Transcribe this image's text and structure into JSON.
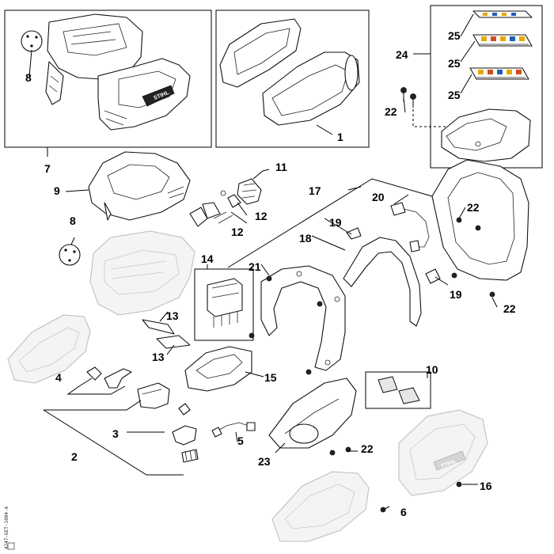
{
  "callouts": {
    "p1": "1",
    "p2": "2",
    "p3": "3",
    "p4": "4",
    "p5": "5",
    "p6": "6",
    "p7": "7",
    "p8a": "8",
    "p8b": "8",
    "p9": "9",
    "p10": "10",
    "p11": "11",
    "p12a": "12",
    "p12b": "12",
    "p13a": "13",
    "p13b": "13",
    "p14": "14",
    "p15": "15",
    "p16": "16",
    "p17": "17",
    "p18": "18",
    "p19a": "19",
    "p19b": "19",
    "p20": "20",
    "p21": "21",
    "p22a": "22",
    "p22b": "22",
    "p22c": "22",
    "p22d": "22",
    "p23": "23",
    "p24": "24",
    "p25a": "25",
    "p25b": "25",
    "p25c": "25"
  },
  "logo_text": "STIHL",
  "drawing_code": "4247-GET-1004-A"
}
